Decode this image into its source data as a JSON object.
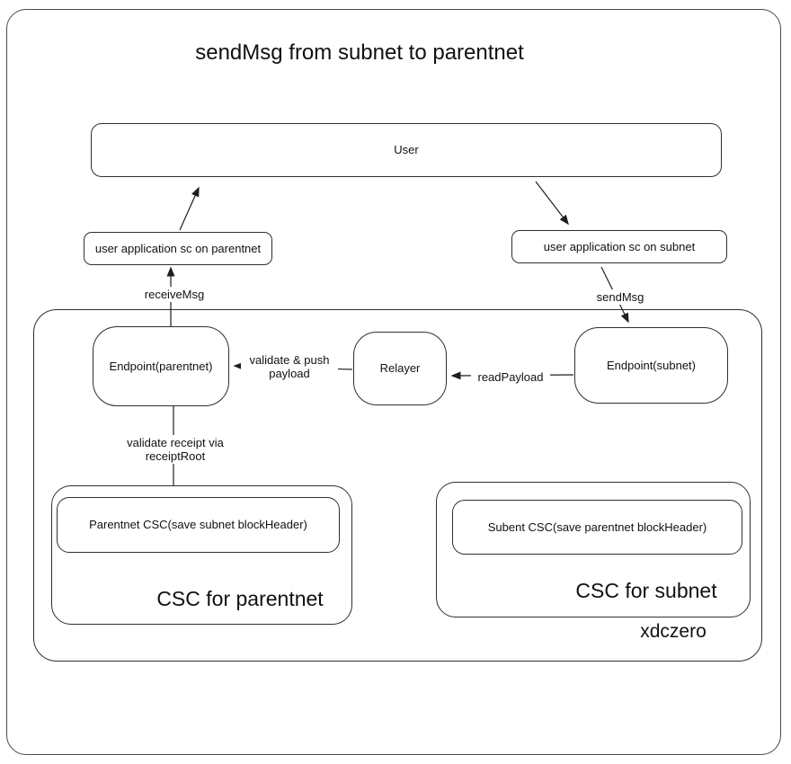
{
  "title": "sendMsg from subnet to parentnet",
  "nodes": {
    "user": "User",
    "app_parentnet": "user application sc on parentnet",
    "app_subnet": "user application sc on subnet",
    "endpoint_parentnet": "Endpoint(parentnet)",
    "relayer": "Relayer",
    "endpoint_subnet": "Endpoint(subnet)",
    "parentnet_csc": "Parentnet CSC(save subnet blockHeader)",
    "subnet_csc": "Subent CSC(save parentnet blockHeader)"
  },
  "containers": {
    "csc_parentnet": "CSC for parentnet",
    "csc_subnet": "CSC for subnet",
    "xdczero": "xdczero"
  },
  "edges": {
    "receive_msg": "receiveMsg",
    "send_msg": "sendMsg",
    "validate_push": "validate & push\npayload",
    "read_payload": "readPayload",
    "validate_receipt": "validate receipt via\nreceiptRoot"
  },
  "colors": {
    "stroke": "#2f2f2f",
    "background": "#ffffff",
    "text": "#111111"
  }
}
